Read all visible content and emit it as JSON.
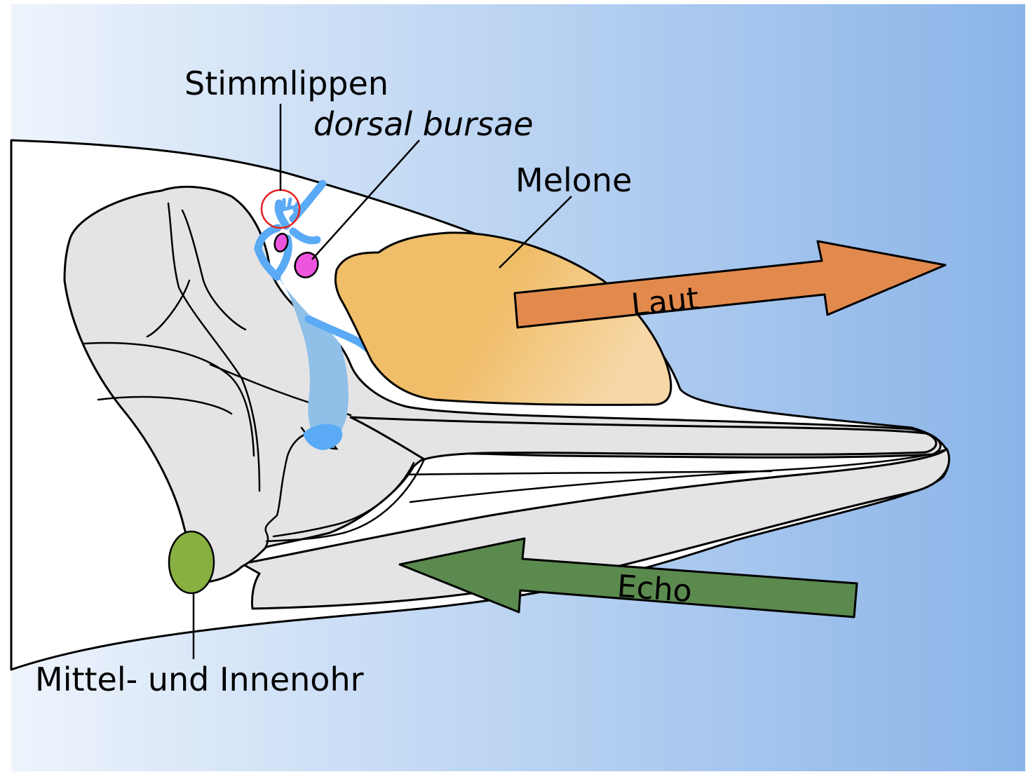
{
  "labels": {
    "stimmlippen": "Stimmlippen",
    "dorsal_bursae": "dorsal bursae",
    "melone": "Melone",
    "laut": "Laut",
    "echo": "Echo",
    "ohr": "Mittel- und Innenohr"
  },
  "colors": {
    "background_left": "#eef4fc",
    "background_mid": "#c9ddf5",
    "background_right": "#8ab4e8",
    "skin": "#ffffff",
    "bone": "#e4e4e4",
    "melon": "#f0bd68",
    "melon_light": "#f6d7a5",
    "nasal_passage": "#5aaaf5",
    "nasal_passage_light": "#90c0e8",
    "bursae": "#ee55dd",
    "phonic_circle": "#e62020",
    "ear": "#88b040",
    "sound_arrow": "#e28a4d",
    "echo_arrow": "#5b8a4e"
  }
}
